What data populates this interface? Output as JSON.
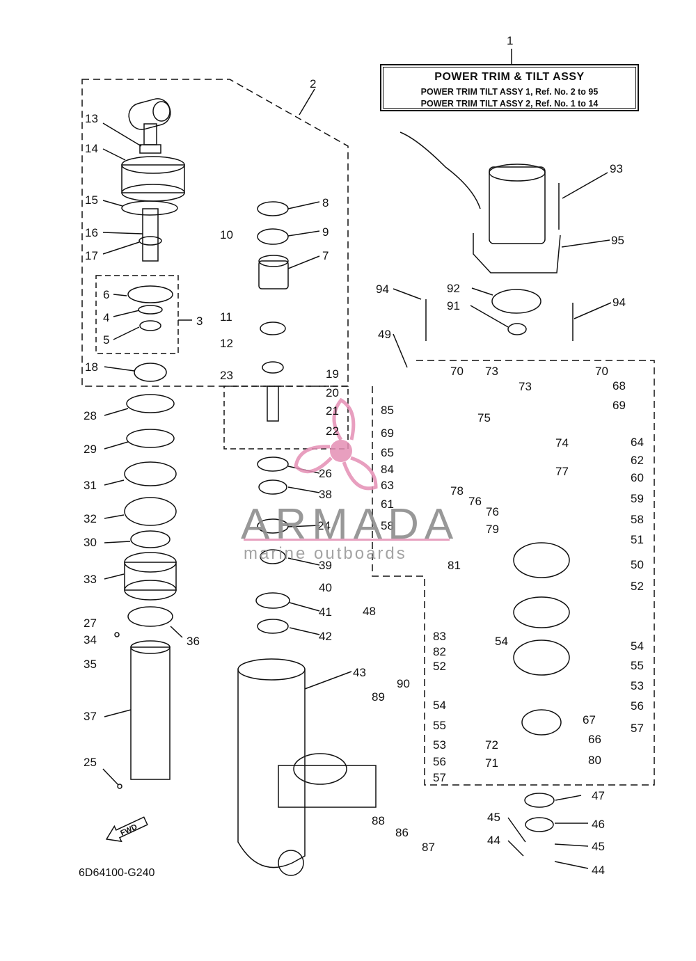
{
  "title_box": {
    "line1": "POWER TRIM & TILT ASSY",
    "line2": "POWER TRIM TILT ASSY 1,  Ref. No. 2 to 95",
    "line3": "POWER TRIM TILT ASSY 2,  Ref. No. 1 to 14"
  },
  "diagram_code": "6D64100-G240",
  "fwd_label": "FWD",
  "watermark": {
    "brand": "ARMADA",
    "tagline": "marine outboards",
    "accent_color": "#e58fb5"
  },
  "callouts": [
    "1",
    "2",
    "3",
    "4",
    "5",
    "6",
    "7",
    "8",
    "9",
    "10",
    "11",
    "12",
    "13",
    "14",
    "15",
    "16",
    "17",
    "18",
    "19",
    "20",
    "21",
    "22",
    "23",
    "24",
    "25",
    "26",
    "27",
    "28",
    "29",
    "30",
    "31",
    "32",
    "33",
    "34",
    "35",
    "36",
    "37",
    "38",
    "39",
    "40",
    "41",
    "42",
    "43",
    "44",
    "44",
    "45",
    "45",
    "46",
    "47",
    "48",
    "49",
    "50",
    "51",
    "52",
    "52",
    "53",
    "53",
    "54",
    "54",
    "54",
    "55",
    "55",
    "56",
    "56",
    "57",
    "57",
    "58",
    "58",
    "59",
    "60",
    "61",
    "62",
    "63",
    "64",
    "65",
    "66",
    "67",
    "68",
    "69",
    "69",
    "70",
    "70",
    "71",
    "72",
    "73",
    "73",
    "74",
    "75",
    "76",
    "76",
    "77",
    "78",
    "79",
    "80",
    "81",
    "82",
    "83",
    "84",
    "85",
    "86",
    "87",
    "88",
    "89",
    "90",
    "91",
    "92",
    "93",
    "94",
    "94",
    "95"
  ]
}
